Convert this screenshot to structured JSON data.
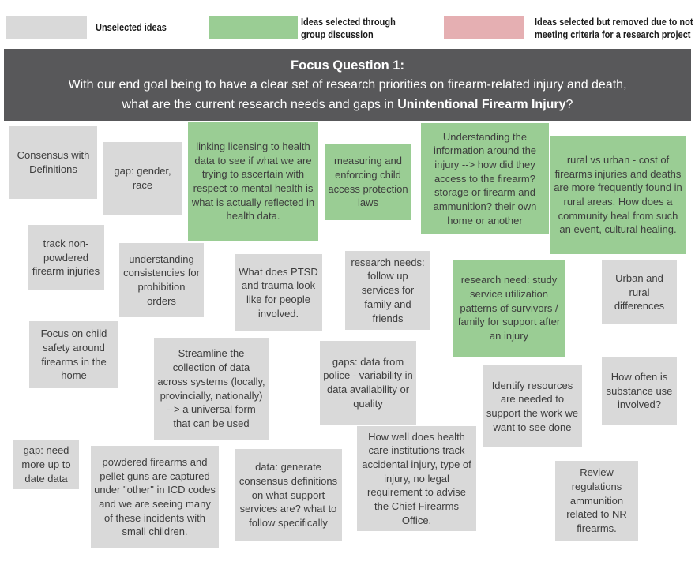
{
  "legend": {
    "items": [
      {
        "key": "unselected",
        "label": "Unselected ideas",
        "color": "#d9d9d9"
      },
      {
        "key": "selected",
        "label": "Ideas selected through group discussion",
        "color": "#9acd94"
      },
      {
        "key": "removed",
        "label": "Ideas selected but removed due to not meeting criteria for a research project",
        "color": "#e5afb2"
      }
    ]
  },
  "banner": {
    "title": "Focus Question 1:",
    "line1": "With our end goal being to have a clear set of research priorities on firearm-related injury and death,",
    "line2_prefix": "what are the current research needs and gaps in ",
    "line2_bold": "Unintentional Firearm Injury",
    "line2_suffix": "?"
  },
  "board": {
    "notes": [
      {
        "id": "consensus-definitions",
        "status": "unselected",
        "text": "Consensus with Definitions"
      },
      {
        "id": "gap-gender-race",
        "status": "unselected",
        "text": "gap: gender, race"
      },
      {
        "id": "linking-licensing",
        "status": "selected",
        "text": "linking licensing to health data to see if what we are trying to ascertain with respect to mental health is what is actually reflected in health data."
      },
      {
        "id": "measuring-enforcing",
        "status": "selected",
        "text": "measuring and enforcing child access protection laws"
      },
      {
        "id": "understanding-information",
        "status": "selected",
        "text": "Understanding the information around the injury --> how did they access to the firearm? storage or firearm and ammunition? their own home or another"
      },
      {
        "id": "rural-vs-urban",
        "status": "selected",
        "text": "rural vs urban - cost of firearms injuries and deaths are more frequently found in rural areas. How does a community heal from such an event, cultural healing."
      },
      {
        "id": "track-non-powdered",
        "status": "unselected",
        "text": "track non-powdered firearm injuries"
      },
      {
        "id": "understanding-consistencies",
        "status": "unselected",
        "text": "understanding consistencies for prohibition orders"
      },
      {
        "id": "what-does-ptsd",
        "status": "unselected",
        "text": "What does PTSD and trauma look like for people involved."
      },
      {
        "id": "research-needs-follow-up",
        "status": "unselected",
        "text": "research needs: follow up services for family and friends"
      },
      {
        "id": "research-need-study-service",
        "status": "selected",
        "text": "research need: study service utilization patterns of survivors / family for support after an injury"
      },
      {
        "id": "urban-and-rural-differences",
        "status": "unselected",
        "text": "Urban and rural differences"
      },
      {
        "id": "focus-on-child-safety",
        "status": "unselected",
        "text": "Focus on child safety around firearms in the home"
      },
      {
        "id": "streamline-collection",
        "status": "unselected",
        "text": "Streamline the collection of data across systems (locally, provincially, nationally) --> a universal form that can be used"
      },
      {
        "id": "gaps-data-from-police",
        "status": "unselected",
        "text": "gaps: data from police - variability in data availability or quality"
      },
      {
        "id": "identify-resources",
        "status": "unselected",
        "text": "Identify resources are needed to support the work we want to see done"
      },
      {
        "id": "how-often-substance",
        "status": "unselected",
        "text": "How often is substance use involved?"
      },
      {
        "id": "gap-need-more-up-to-date",
        "status": "unselected",
        "text": "gap: need more up to date data"
      },
      {
        "id": "powdered-firearms-pellet-guns",
        "status": "unselected",
        "text": "powdered firearms and pellet guns are captured under \"other\" in ICD codes and we are seeing many of these incidents with small children."
      },
      {
        "id": "data-generate-consensus",
        "status": "unselected",
        "text": "data: generate consensus definitions on what support services are? what to follow specifically"
      },
      {
        "id": "how-well-health-care",
        "status": "unselected",
        "text": "How well does health care institutions track accidental injury, type of injury, no legal requirement to advise the Chief Firearms Office."
      },
      {
        "id": "review-regulations",
        "status": "unselected",
        "text": "Review regulations ammunition related to NR firearms."
      }
    ]
  },
  "colors": {
    "unselected_note": "#d9d9d9",
    "selected_note": "#9acd94",
    "removed_note": "#e5afb2",
    "banner_bg": "#58585a"
  }
}
